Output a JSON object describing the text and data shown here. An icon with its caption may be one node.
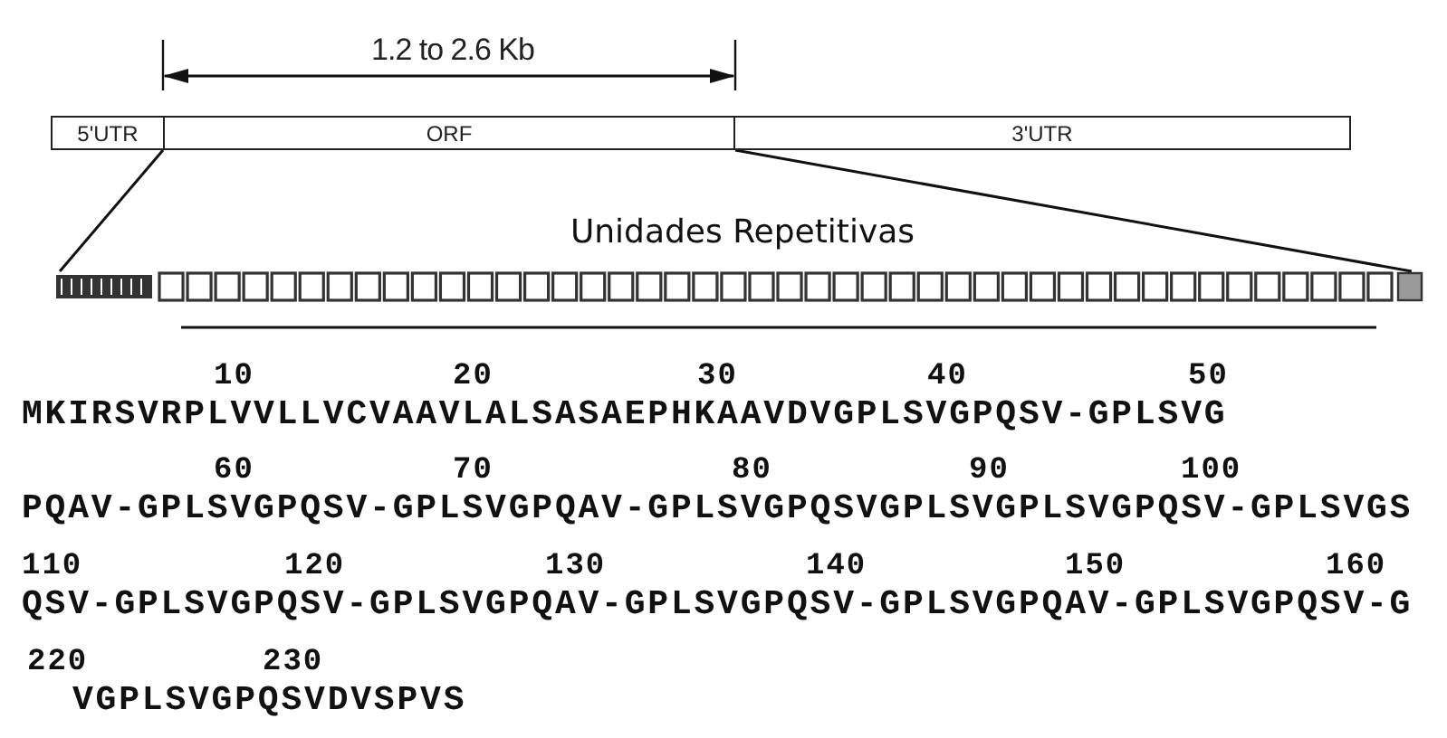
{
  "diagram": {
    "nodes": [
      {
        "text": [
          "5'UTR"
        ]
      },
      {
        "text": [
          "ORF"
        ]
      },
      {
        "text": [
          "3'UTR"
        ]
      },
      {
        "text": [],
        "shape": "bar",
        "beside": [
          "Unidades Repetitivas"
        ]
      }
    ],
    "edges": [
      {
        "from": 1,
        "to": 3,
        "arrow": "none"
      },
      {
        "from": 1,
        "to": 3,
        "arrow": "none"
      }
    ],
    "labels": [
      "1.2 to 2.6 Kb",
      "10",
      "20",
      "30",
      "40",
      "50",
      "MKIRSVRPLVVLLVCVAAVLALSASAEPHKAAVDVGPLSVGPQSV-GPLSVG",
      "60",
      "70",
      "80",
      "90",
      "100",
      "PQAV-GPLSVGPQSV-GPLSVGPQAV-GPLSVGPQSVGPLSVGPLSVGPQSV-GPLSVGS",
      "110",
      "120",
      "130",
      "140",
      "150",
      "160",
      "QSV-GPLSVGPQSV-GPLSVGPQAV-GPLSVGPQSV-GPLSVGPQAV-GPLSVGPQSV-G",
      "220",
      "230",
      "VGPLSVGPQSVDVSPVS"
    ]
  }
}
